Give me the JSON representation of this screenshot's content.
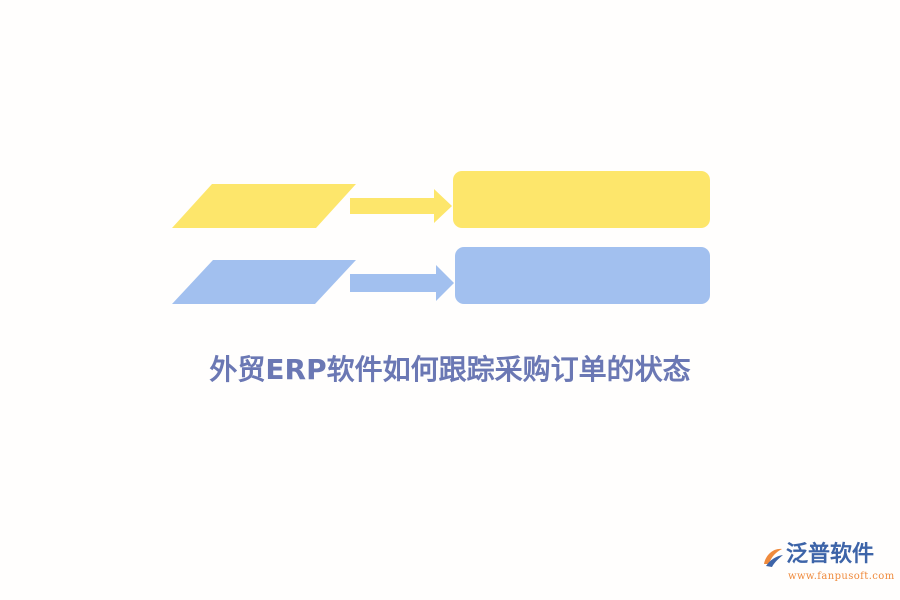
{
  "title": "外贸ERP软件如何跟踪采购订单的状态",
  "colors": {
    "yellow": "#fde66b",
    "blue": "#a2c0ef",
    "title": "#6b78b4",
    "logo_orange": "#ef8a3c",
    "logo_blue": "#3d64a8"
  },
  "diagram": {
    "rows": [
      {
        "color": "yellow",
        "parallelogram_icon": "parallelogram-shape",
        "arrow_icon": "right-arrow-icon",
        "box_icon": "rounded-rectangle-shape"
      },
      {
        "color": "blue",
        "parallelogram_icon": "parallelogram-shape",
        "arrow_icon": "right-arrow-icon",
        "box_icon": "rounded-rectangle-shape"
      }
    ]
  },
  "logo": {
    "name": "泛普软件",
    "url": "www.fanpusoft.com",
    "icon": "fanpu-logo-icon"
  }
}
